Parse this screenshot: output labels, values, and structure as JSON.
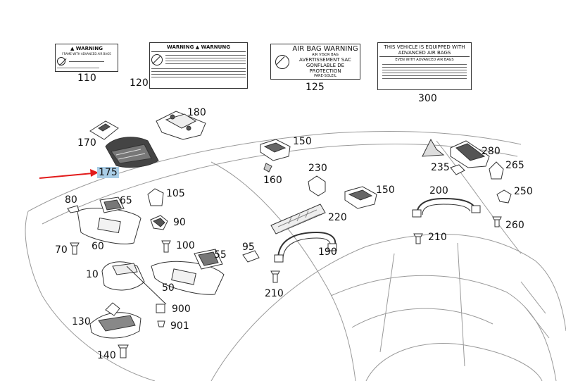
{
  "callouts": [
    {
      "id": "110",
      "text": "110"
    },
    {
      "id": "120",
      "text": "120"
    },
    {
      "id": "125",
      "text": "125"
    },
    {
      "id": "300",
      "text": "300"
    },
    {
      "id": "180",
      "text": "180"
    },
    {
      "id": "170",
      "text": "170"
    },
    {
      "id": "175",
      "text": "175"
    },
    {
      "id": "150a",
      "text": "150"
    },
    {
      "id": "160",
      "text": "160"
    },
    {
      "id": "230",
      "text": "230"
    },
    {
      "id": "150b",
      "text": "150"
    },
    {
      "id": "280",
      "text": "280"
    },
    {
      "id": "235",
      "text": "235"
    },
    {
      "id": "265",
      "text": "265"
    },
    {
      "id": "200",
      "text": "200"
    },
    {
      "id": "250",
      "text": "250"
    },
    {
      "id": "80",
      "text": "80"
    },
    {
      "id": "65",
      "text": "65"
    },
    {
      "id": "105",
      "text": "105"
    },
    {
      "id": "220",
      "text": "220"
    },
    {
      "id": "210a",
      "text": "210"
    },
    {
      "id": "260",
      "text": "260"
    },
    {
      "id": "90",
      "text": "90"
    },
    {
      "id": "70",
      "text": "70"
    },
    {
      "id": "60",
      "text": "60"
    },
    {
      "id": "100",
      "text": "100"
    },
    {
      "id": "55",
      "text": "55"
    },
    {
      "id": "95",
      "text": "95"
    },
    {
      "id": "190",
      "text": "190"
    },
    {
      "id": "10",
      "text": "10"
    },
    {
      "id": "50",
      "text": "50"
    },
    {
      "id": "210b",
      "text": "210"
    },
    {
      "id": "900",
      "text": "900"
    },
    {
      "id": "130",
      "text": "130"
    },
    {
      "id": "901",
      "text": "901"
    },
    {
      "id": "140",
      "text": "140"
    }
  ],
  "labels": {
    "l110": {
      "title": "▲ WARNING",
      "line": "FRAME WITH ADVANCED AIR BAGS"
    },
    "l120": {
      "title": "WARNING ▲ WARNUNG"
    },
    "l125": {
      "title": "AIR BAG WARNING",
      "sub1": "AIR VISOR BAG",
      "sub2": "AVERTISSEMENT SAC",
      "sub3": "GONFLABLE DE PROTECTION",
      "sub4": "PARE-SOLEIL"
    },
    "l300": {
      "title1": "THIS VEHICLE IS EQUIPPED WITH",
      "title2": "ADVANCED AIR BAGS",
      "sub": "EVEN WITH ADVANCED AIR BAGS"
    }
  },
  "colors": {
    "line": "#3a3a3a",
    "car": "#9a9a9a",
    "arrow": "#e21b1b",
    "highlight": "#a9cde6"
  }
}
